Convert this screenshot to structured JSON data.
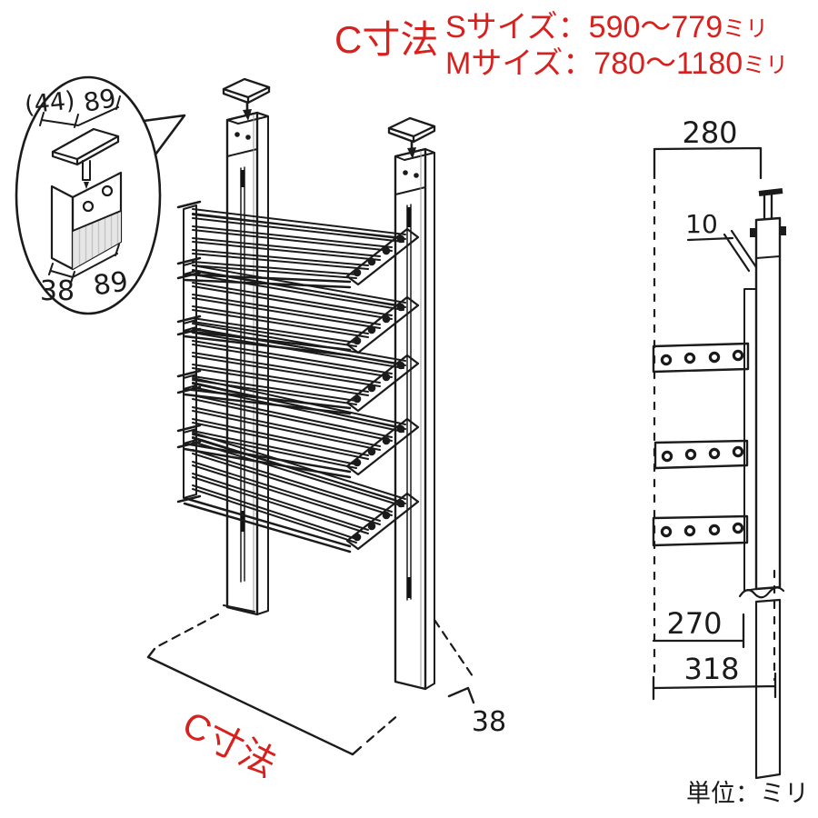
{
  "colors": {
    "accent_red": "#d7211e",
    "ink": "#1b1b1b",
    "pencil_shade": "#e4e4e4"
  },
  "header": {
    "title": "C寸法",
    "size_lines": [
      {
        "label": "Sサイズ：590〜779",
        "unit": "ミリ"
      },
      {
        "label": "Mサイズ：780〜1180",
        "unit": "ミリ"
      }
    ]
  },
  "bracket_detail": {
    "top_depth": "(44)",
    "top_width": "89",
    "bottom_depth": "38",
    "bottom_width": "89"
  },
  "front_view": {
    "span_label": "C寸法",
    "post_depth": "38"
  },
  "side_view": {
    "overall_width": "280",
    "clearance": "10",
    "bracket_length": "270",
    "overall_depth": "318"
  },
  "footer": {
    "unit_note": "単位：ミリ"
  }
}
